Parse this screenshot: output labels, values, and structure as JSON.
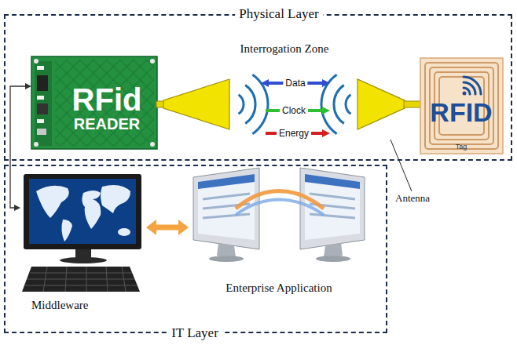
{
  "diagram": {
    "nodes": [
      {
        "text": [
          "Physical Layer"
        ]
      },
      {
        "text": [
          "RFid READER"
        ],
        "in": 0
      },
      {
        "text": [
          "RFID",
          "Tag"
        ],
        "in": 0
      },
      {
        "text": [
          "IT Layer"
        ]
      },
      {
        "text": [
          "Middleware"
        ],
        "in": 3
      },
      {
        "text": [
          "Enterprise Application"
        ],
        "in": 3
      }
    ],
    "edges": [
      {
        "from": 1,
        "to": 4,
        "arrow": "both"
      },
      {
        "from": 4,
        "to": 5,
        "arrow": "both"
      }
    ],
    "labels": [
      "Interrogation Zone",
      "Data",
      "Clock",
      "Energy",
      "Antenna"
    ]
  }
}
